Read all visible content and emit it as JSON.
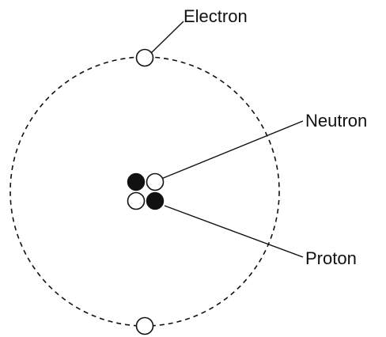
{
  "labels": {
    "electron": "Electron",
    "neutron": "Neutron",
    "proton": "Proton"
  },
  "colors": {
    "line": "#111111",
    "proton_fill": "#111111",
    "neutron_fill": "#ffffff",
    "electron_fill": "#ffffff",
    "background": "#ffffff"
  }
}
